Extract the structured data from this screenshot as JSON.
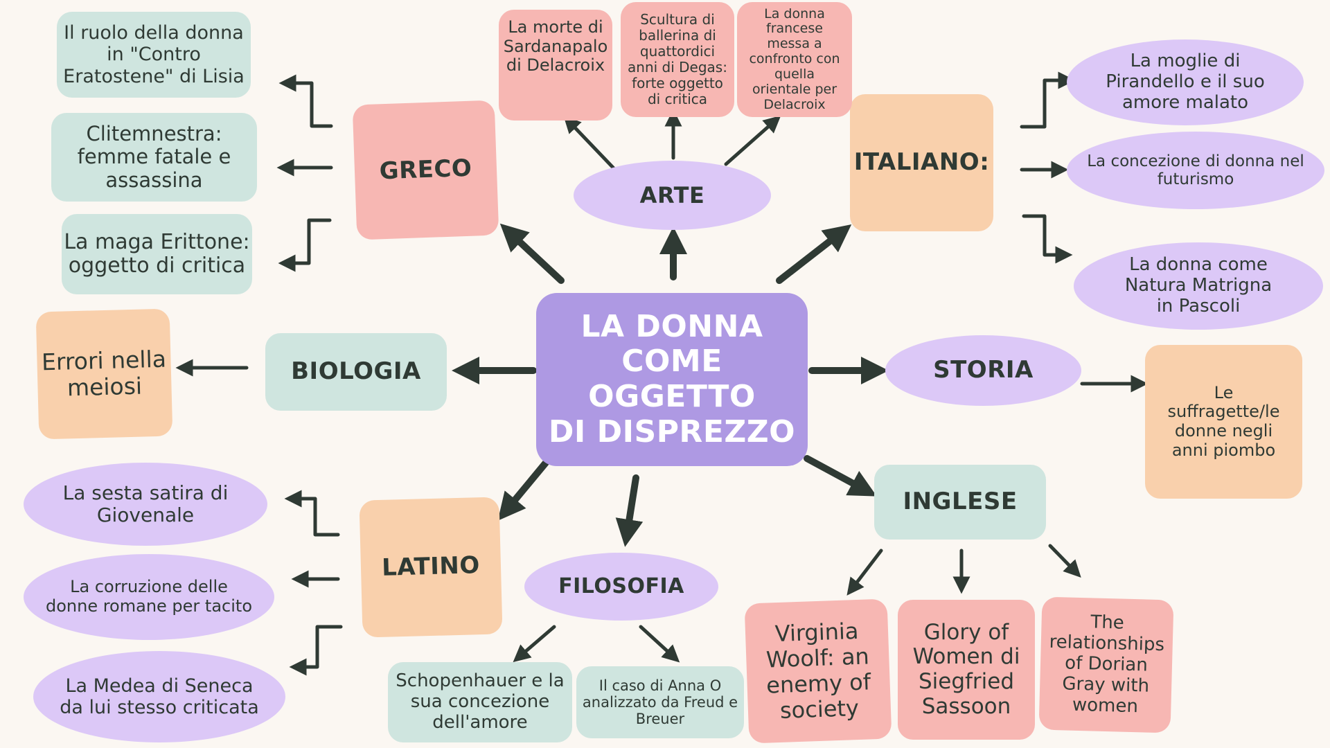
{
  "colors": {
    "background": "#fbf7f2",
    "center": "#ae99e3",
    "pink": "#f7b7b3",
    "mint": "#cfe5df",
    "peach": "#f9d0ac",
    "lavender": "#dcc8f7",
    "arrow": "#2f3a34"
  },
  "center": {
    "title": "LA DONNA\nCOME OGGETTO\nDI DISPREZZO"
  },
  "subjects": {
    "greco": "GRECO",
    "arte": "ARTE",
    "italiano": "ITALIANO:",
    "biologia": "BIOLOGIA",
    "storia": "STORIA",
    "latino": "LATINO",
    "filosofia": "FILOSOFIA",
    "inglese": "INGLESE"
  },
  "topics": {
    "greco": [
      "Il ruolo della donna\nin \"Contro\nEratostene\" di Lisia",
      "Clitemnestra:\nfemme fatale e\nassassina",
      "La maga Erittone:\noggetto di critica"
    ],
    "arte": [
      "La morte di\nSardanapalo\ndi Delacroix",
      "Scultura di\nballerina di\nquattordici\nanni di Degas:\nforte oggetto\ndi critica",
      "La donna\nfrancese\nmessa a\nconfronto con\nquella\norientale per\nDelacroix"
    ],
    "italiano": [
      "La moglie di\nPirandello e il suo\namore malato",
      "La concezione di donna nel\nfuturismo",
      "La donna come\nNatura Matrigna\nin Pascoli"
    ],
    "biologia": [
      "Errori nella\nmeiosi"
    ],
    "storia": [
      "Le\nsuffragette/le\ndonne negli\nanni piombo"
    ],
    "latino": [
      "La sesta satira di\nGiovenale",
      "La corruzione delle\ndonne romane per tacito",
      "La Medea di Seneca\nda lui stesso criticata"
    ],
    "filosofia": [
      "Schopenhauer e la\nsua concezione\ndell'amore",
      "Il caso di Anna O\nanalizzato da Freud e\nBreuer"
    ],
    "inglese": [
      "Virginia\nWoolf: an\nenemy of\nsociety",
      "Glory of\nWomen di\nSiegfried\nSassoon",
      "The\nrelationships\nof Dorian\nGray with\nwomen"
    ]
  }
}
